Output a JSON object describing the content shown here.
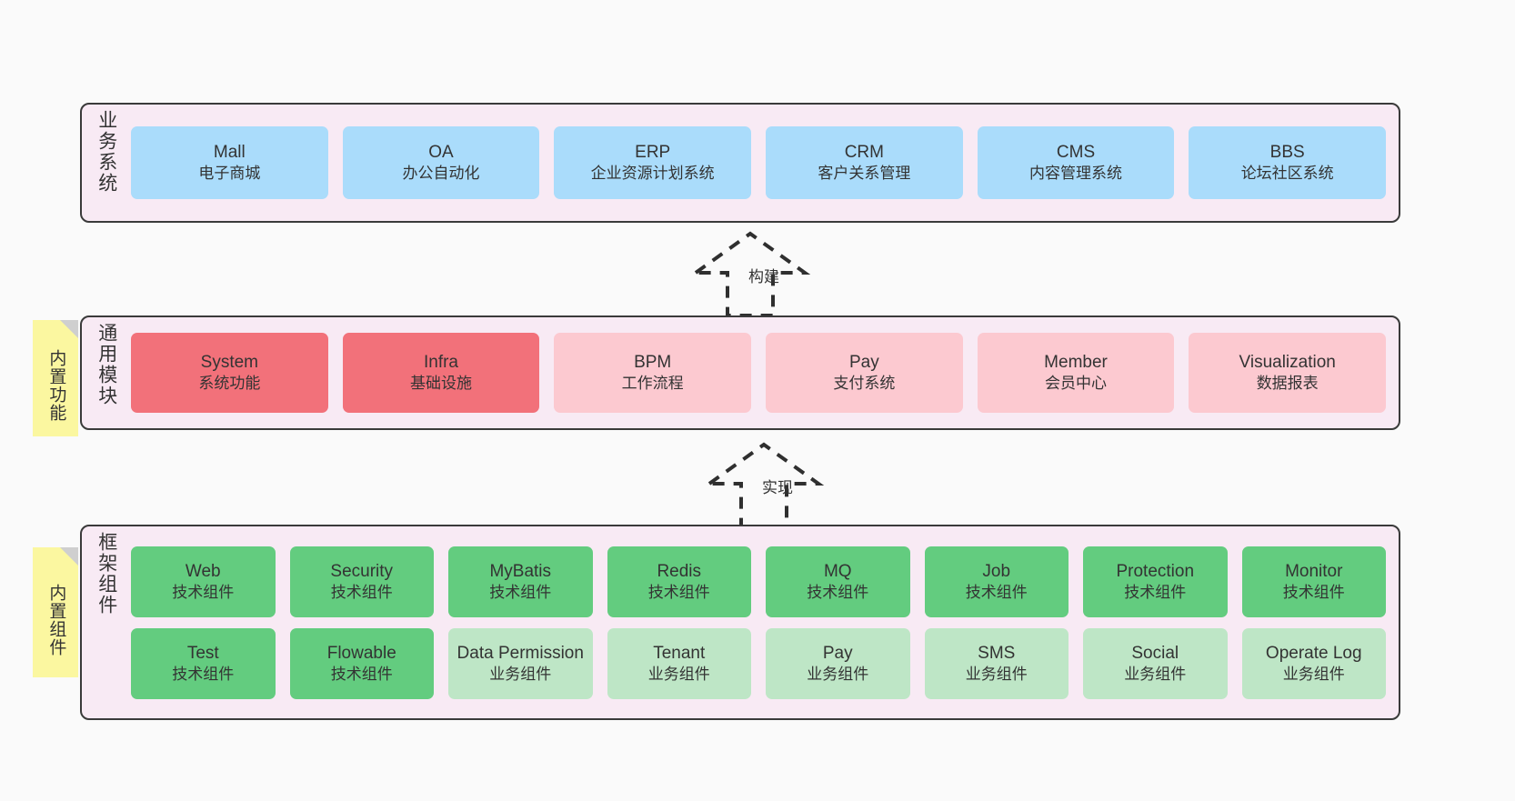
{
  "diagram": {
    "background": "#fafafa",
    "panel_fill": "#f8eaf4",
    "panel_border": "#3a3a3a",
    "note_fill": "#fbf7a0"
  },
  "layers": [
    {
      "id": "business-systems",
      "title": "业务系统",
      "rows": [
        [
          {
            "en": "Mall",
            "cn": "电子商城",
            "color": "#aadcfb"
          },
          {
            "en": "OA",
            "cn": "办公自动化",
            "color": "#aadcfb"
          },
          {
            "en": "ERP",
            "cn": "企业资源计划系统",
            "color": "#aadcfb"
          },
          {
            "en": "CRM",
            "cn": "客户关系管理",
            "color": "#aadcfb"
          },
          {
            "en": "CMS",
            "cn": "内容管理系统",
            "color": "#aadcfb"
          },
          {
            "en": "BBS",
            "cn": "论坛社区系统",
            "color": "#aadcfb"
          }
        ]
      ]
    },
    {
      "id": "common-modules",
      "title": "通用模块",
      "note": "内置功能",
      "rows": [
        [
          {
            "en": "System",
            "cn": "系统功能",
            "color": "#f2717a"
          },
          {
            "en": "Infra",
            "cn": "基础设施",
            "color": "#f2717a"
          },
          {
            "en": "BPM",
            "cn": "工作流程",
            "color": "#fcc9d0"
          },
          {
            "en": "Pay",
            "cn": "支付系统",
            "color": "#fcc9d0"
          },
          {
            "en": "Member",
            "cn": "会员中心",
            "color": "#fcc9d0"
          },
          {
            "en": "Visualization",
            "cn": "数据报表",
            "color": "#fcc9d0"
          }
        ]
      ]
    },
    {
      "id": "framework-components",
      "title": "框架组件",
      "note": "内置组件",
      "rows": [
        [
          {
            "en": "Web",
            "cn": "技术组件",
            "color": "#63cc7f"
          },
          {
            "en": "Security",
            "cn": "技术组件",
            "color": "#63cc7f"
          },
          {
            "en": "MyBatis",
            "cn": "技术组件",
            "color": "#63cc7f"
          },
          {
            "en": "Redis",
            "cn": "技术组件",
            "color": "#63cc7f"
          },
          {
            "en": "MQ",
            "cn": "技术组件",
            "color": "#63cc7f"
          },
          {
            "en": "Job",
            "cn": "技术组件",
            "color": "#63cc7f"
          },
          {
            "en": "Protection",
            "cn": "技术组件",
            "color": "#63cc7f"
          },
          {
            "en": "Monitor",
            "cn": "技术组件",
            "color": "#63cc7f"
          }
        ],
        [
          {
            "en": "Test",
            "cn": "技术组件",
            "color": "#63cc7f"
          },
          {
            "en": "Flowable",
            "cn": "技术组件",
            "color": "#63cc7f"
          },
          {
            "en": "Data Permission",
            "cn": "业务组件",
            "color": "#bee6c6",
            "wrap": true
          },
          {
            "en": "Tenant",
            "cn": "业务组件",
            "color": "#bee6c6"
          },
          {
            "en": "Pay",
            "cn": "业务组件",
            "color": "#bee6c6"
          },
          {
            "en": "SMS",
            "cn": "业务组件",
            "color": "#bee6c6"
          },
          {
            "en": "Social",
            "cn": "业务组件",
            "color": "#bee6c6"
          },
          {
            "en": "Operate Log",
            "cn": "业务组件",
            "color": "#bee6c6"
          }
        ]
      ]
    }
  ],
  "connectors": [
    {
      "id": "build",
      "label": "构建",
      "from": "common-modules",
      "to": "business-systems",
      "style": "dashed-generalization"
    },
    {
      "id": "implement",
      "label": "实现",
      "from": "framework-components",
      "to": "common-modules",
      "style": "dashed-generalization"
    }
  ]
}
